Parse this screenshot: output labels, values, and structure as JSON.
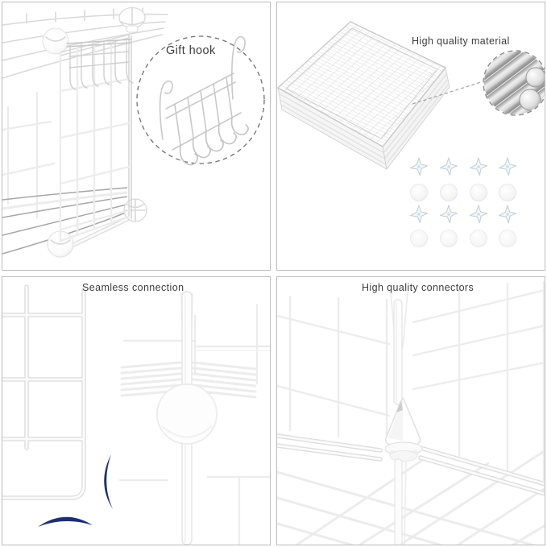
{
  "image": {
    "background": "#ffffff",
    "frame_color": "#bcbcbc",
    "grid": "2x2 product feature collage"
  },
  "panels": {
    "gift_hook": {
      "label": "Gift hook"
    },
    "material": {
      "label": "High quality material"
    },
    "seamless": {
      "label": "Seamless connection"
    },
    "connectors": {
      "label": "High quality connectors"
    }
  },
  "parts_grid": {
    "cross_clips_count": 8,
    "round_connectors_count": 8,
    "layout": "4 columns x 4 rows (clips / balls alternating)"
  },
  "colors": {
    "accent_navy": "#1e2f6f",
    "text": "#3d3d3d",
    "wire_light": "#ececec",
    "wire_mid": "#d9d9d9",
    "shelf_wire_dark": "#a6a6a6",
    "steel_dark": "#8a8a8a",
    "steel_light": "#efefef",
    "clip_blue_gray": "#c3d0da"
  },
  "figures": {
    "top_left": "wire-cube-with-hanging-gift-hook",
    "top_left_inset": "gift-hook-line-drawing",
    "top_right": "stacked-wire-grid-panels",
    "top_right_inset": "steel-wire-closeup",
    "top_right_parts": "connector-clips-and-balls",
    "bottom_left": "wire-panel-joint-closeup",
    "bottom_right": "cube-corner-connector-closeup"
  }
}
